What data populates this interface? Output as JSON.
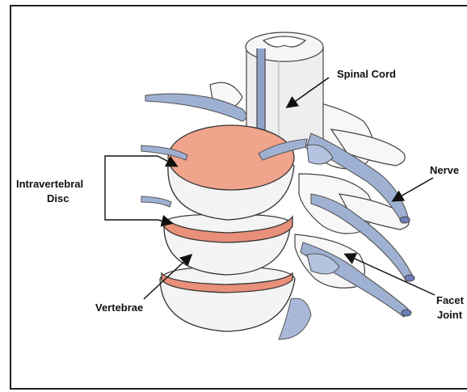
{
  "labels": {
    "spinal_cord": "Spinal Cord",
    "nerve": "Nerve",
    "disc_line1": "Intravertebral",
    "disc_line2": "Disc",
    "facet_line1": "Facet",
    "facet_line2": "Joint",
    "vertebrae": "Vertebrae"
  },
  "colors": {
    "disc": "#e8907a",
    "disc_top": "#f0a48c",
    "bone": "#f4f4f4",
    "nerve": "#8fa3c9",
    "nerve_tip": "#6e7fb8",
    "outline": "#333333"
  }
}
